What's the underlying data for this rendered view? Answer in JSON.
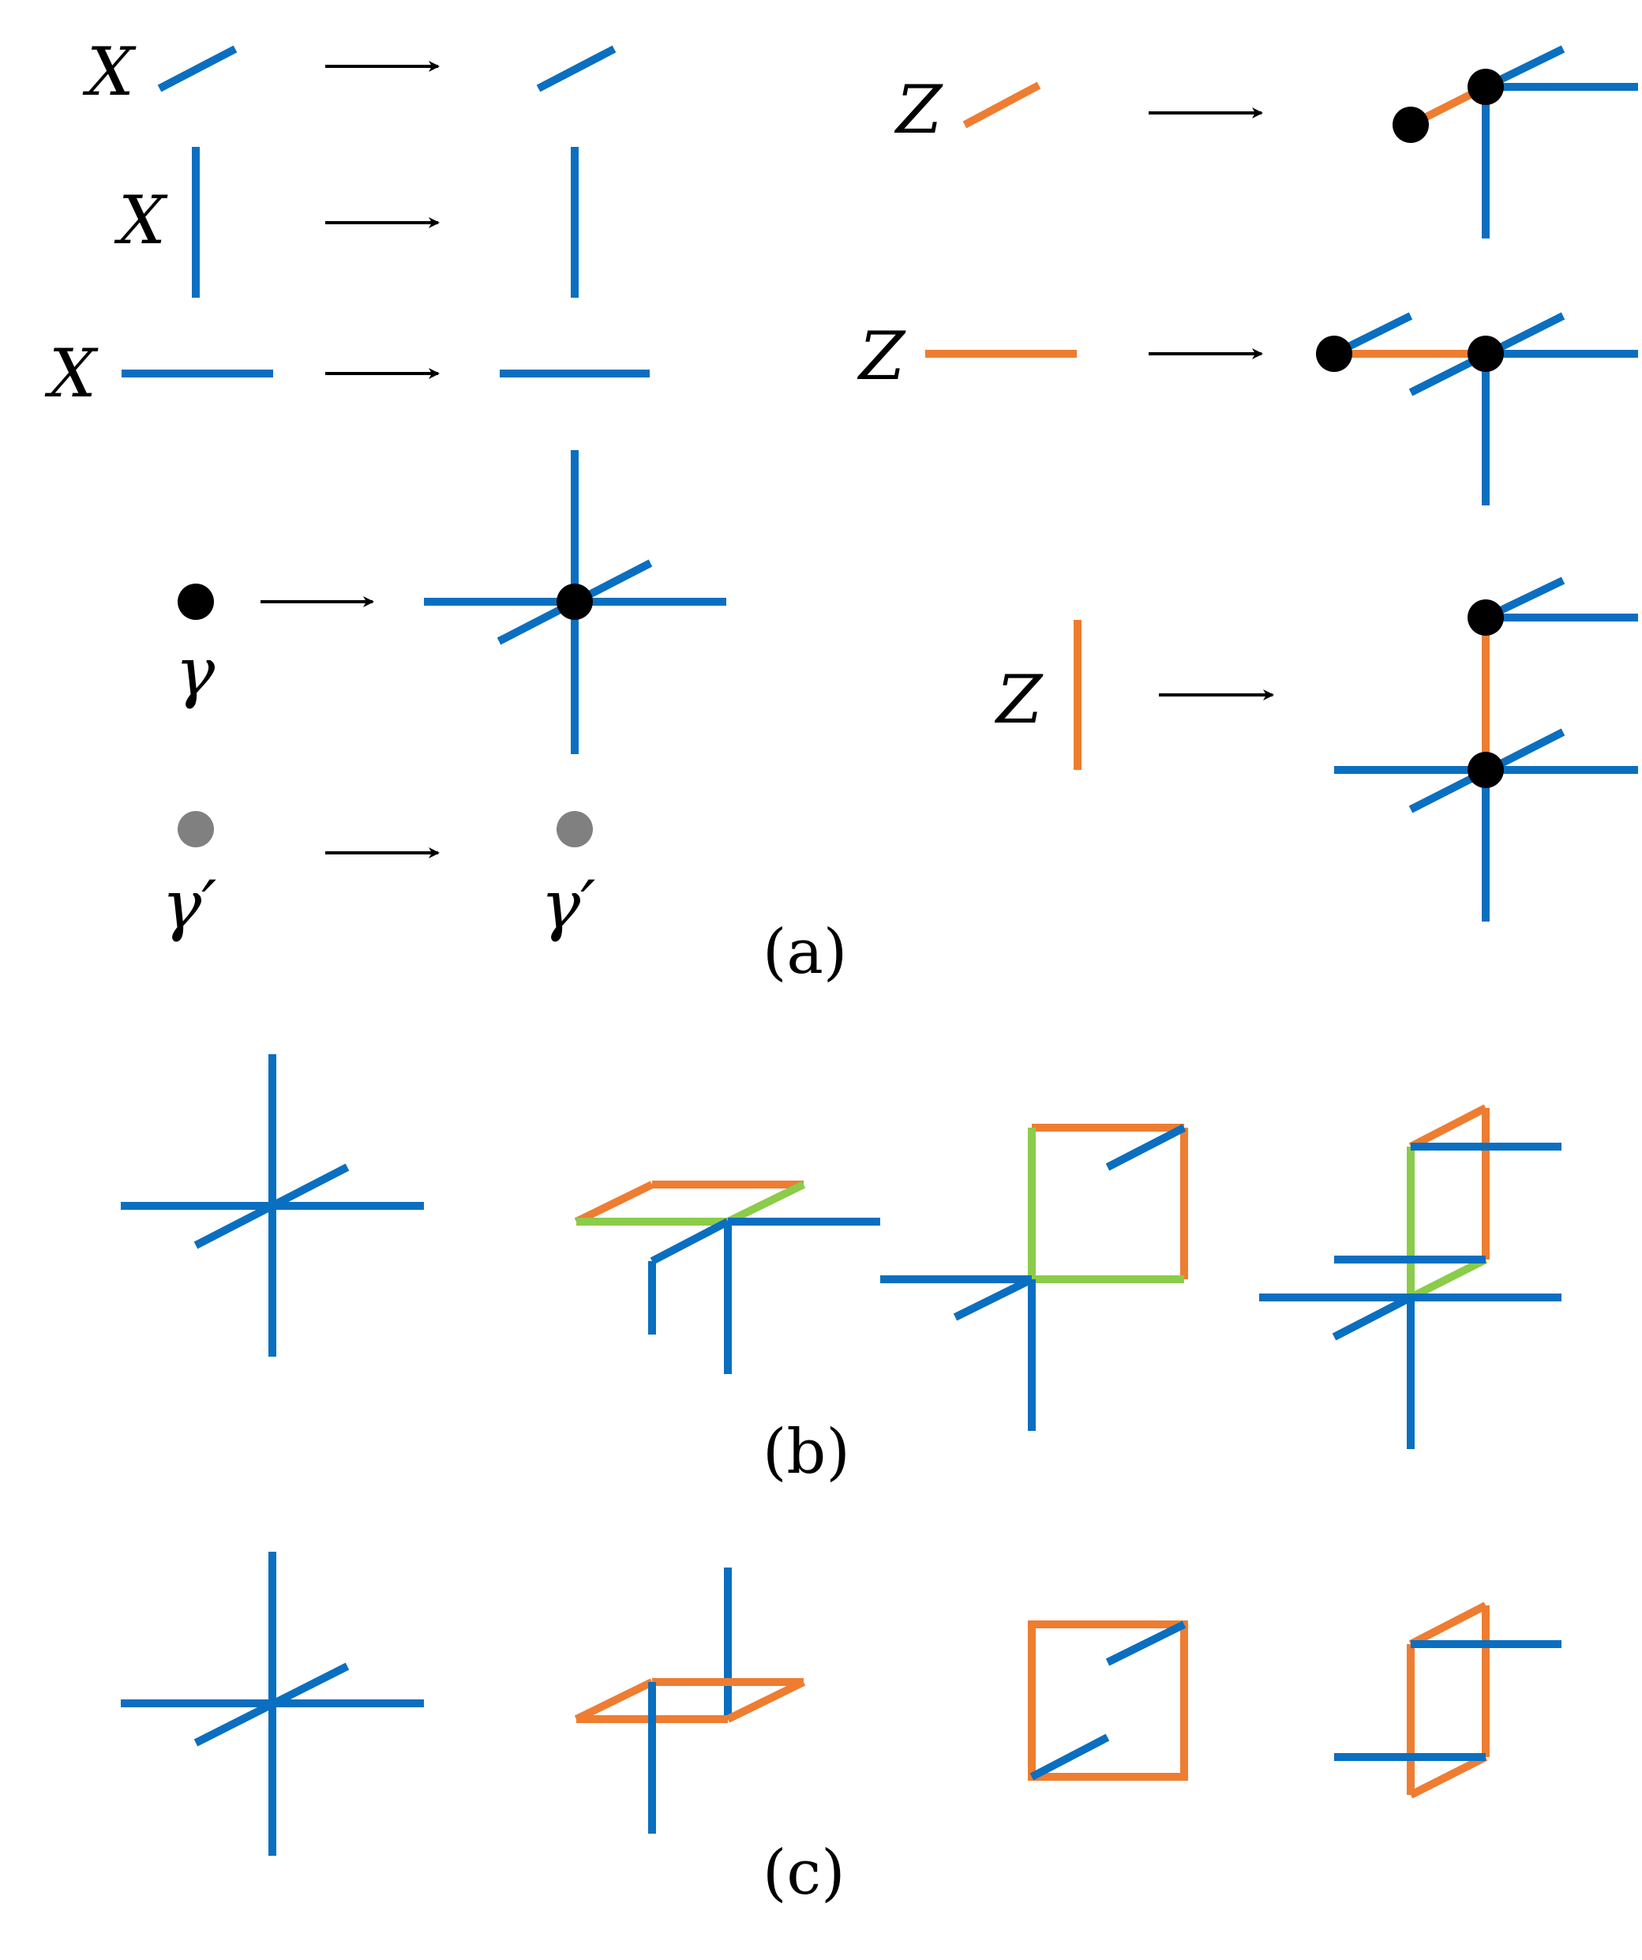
{
  "labels": {
    "x": "X",
    "z": "Z",
    "gamma": "γ",
    "gamma_prime": "γ′"
  },
  "panels": {
    "a": "(a)",
    "b": "(b)",
    "c": "(c)"
  },
  "colors": {
    "x_edge": "#0a6fc0",
    "z_edge": "#ee7d31",
    "highlight": "#8bcc4a",
    "vertex": "#000000",
    "vertex_prime": "#808080"
  }
}
